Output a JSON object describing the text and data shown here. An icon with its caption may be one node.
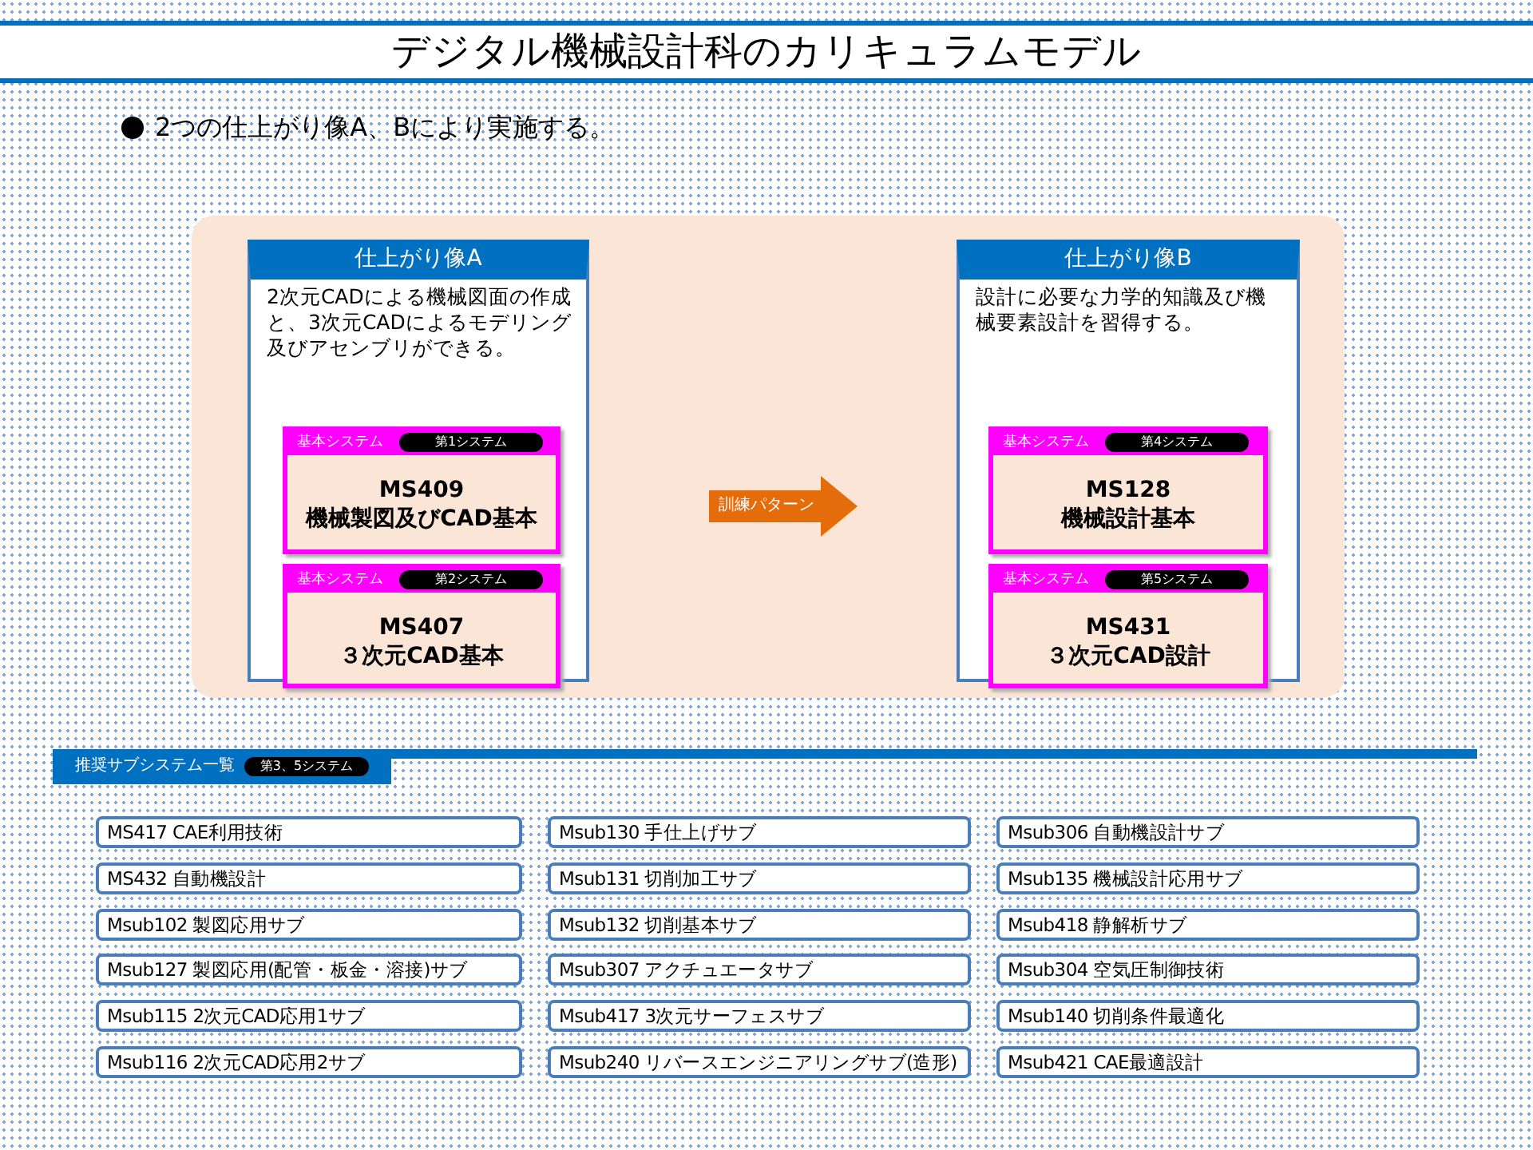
{
  "diagram": {
    "title": "デジタル機械設計科のカリキュラムモデル",
    "nodes": [
      {
        "text": [
          "仕上がり像A",
          "2次元CADによる機械図面の作成と、3次元CADによるモデリング及びアセンブリができる。"
        ]
      },
      {
        "text": [
          "基本システム",
          "第1システム",
          "MS409 機械製図及びCAD基本"
        ],
        "in": 0
      },
      {
        "text": [
          "基本システム",
          "第2システム",
          "MS407 ３次元CAD基本"
        ],
        "in": 0
      },
      {
        "text": [
          "仕上がり像B",
          "設計に必要な力学的知識及び機械要素設計を習得する。"
        ]
      },
      {
        "text": [
          "基本システム",
          "第4システム",
          "MS128 機械設計基本"
        ],
        "in": 3
      },
      {
        "text": [
          "基本システム",
          "第5システム",
          "MS431 ３次元CAD設計"
        ],
        "in": 3
      },
      {
        "text": [
          "推奨サブシステム一覧",
          "第3、5システム"
        ]
      },
      {
        "text": [
          "MS417 CAE利用技術"
        ]
      },
      {
        "text": [
          "Msub130 手仕上げサブ"
        ]
      },
      {
        "text": [
          "Msub306 自動機設計サブ"
        ]
      },
      {
        "text": [
          "MS432 自動機設計"
        ]
      },
      {
        "text": [
          "Msub131 切削加工サブ"
        ]
      },
      {
        "text": [
          "Msub135 機械設計応用サブ"
        ]
      },
      {
        "text": [
          "Msub102 製図応用サブ"
        ]
      },
      {
        "text": [
          "Msub132 切削基本サブ"
        ]
      },
      {
        "text": [
          "Msub418 静解析サブ"
        ]
      },
      {
        "text": [
          "Msub127 製図応用(配管・板金・溶接)サブ"
        ]
      },
      {
        "text": [
          "Msub307 アクチュエータサブ"
        ]
      },
      {
        "text": [
          "Msub304 空気圧制御技術"
        ]
      },
      {
        "text": [
          "Msub115 2次元CAD応用1サブ"
        ]
      },
      {
        "text": [
          "Msub417 3次元サーフェスサブ"
        ]
      },
      {
        "text": [
          "Msub140 切削条件最適化"
        ]
      },
      {
        "text": [
          "Msub116 2次元CAD応用2サブ"
        ]
      },
      {
        "text": [
          "Msub240 リバースエンジニアリングサブ(造形)"
        ]
      },
      {
        "text": [
          "Msub421 CAE最適設計"
        ]
      }
    ],
    "edges": [
      {
        "from": 0,
        "to": 3,
        "arrow": "to",
        "label": "訓練パターン"
      }
    ],
    "labels": [
      "2つの仕上がり像A、Bにより実施する。"
    ]
  }
}
